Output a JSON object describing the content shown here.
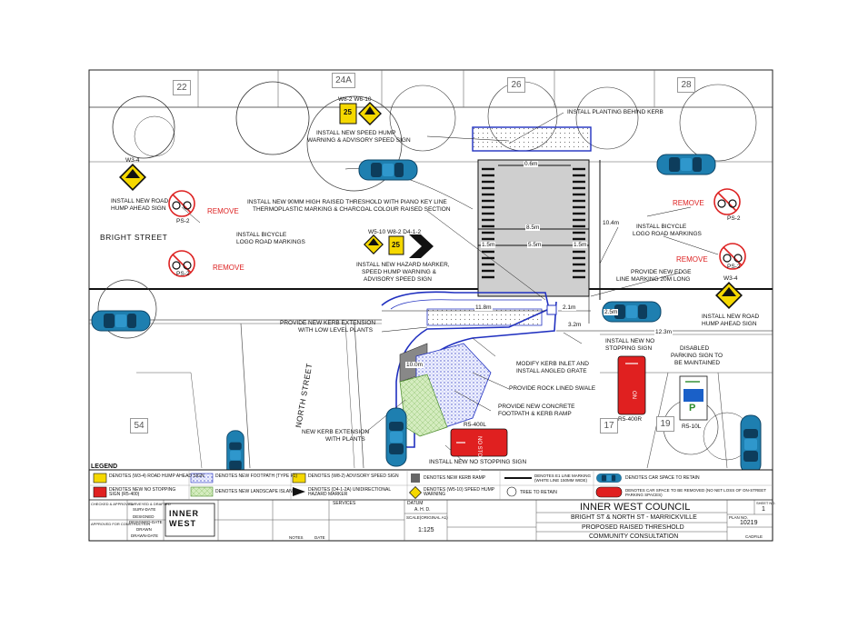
{
  "lots": [
    "22",
    "24A",
    "26",
    "28",
    "54",
    "17",
    "19"
  ],
  "streets": {
    "bright": "BRIGHT  STREET",
    "north": "NORTH  STREET"
  },
  "sign_codes": {
    "w82_w610": "W8-2  W6-10",
    "w510_w82_d412": "W5-10  W8-2  D4-1-2",
    "w34_left": "W3-4",
    "w34_right": "W3-4",
    "ps2_a": "PS-2",
    "ps2_b": "PS-2",
    "ps2_c": "PS-2",
    "ps2_d": "PS-2",
    "r5400l": "R5-400L",
    "r5400r": "R5-400R",
    "r510l": "R5-10L",
    "advisory_speed": "25",
    "advisory_speed_2": "25",
    "no_stopping_sign": "NO STOPPING",
    "sign_on": "ON",
    "sign_p": "P"
  },
  "remove_labels": [
    "REMOVE",
    "REMOVE",
    "REMOVE",
    "REMOVE"
  ],
  "annotations": {
    "planting": "INSTALL PLANTING BEHIND KERB",
    "speed_hump_top_1": "INSTALL NEW SPEED HUMP",
    "speed_hump_top_2": "WARNING & ADVISORY SPEED SIGN",
    "road_hump_left_1": "INSTALL NEW ROAD",
    "road_hump_left_2": "HUMP AHEAD SIGN",
    "threshold_1": "INSTALL NEW 90mm HIGH RAISED THRESHOLD WITH PIANO KEY LINE",
    "threshold_2": "THERMOPLASTIC MARKING & CHARCOAL COLOUR RAISED SECTION",
    "bicycle_left_1": "INSTALL BICYCLE",
    "bicycle_left_2": "LOGO ROAD MARKINGS",
    "bicycle_right_1": "INSTALL BICYCLE",
    "bicycle_right_2": "LOGO ROAD MARKINGS",
    "hazard_1": "INSTALL NEW HAZARD MARKER,",
    "hazard_2": "SPEED HUMP WARNING &",
    "hazard_3": "ADVISORY SPEED SIGN",
    "edge_line_1": "PROVIDE NEW EDGE",
    "edge_line_2": "LINE MARKING 20M LONG",
    "road_hump_right_1": "INSTALL NEW ROAD",
    "road_hump_right_2": "HUMP AHEAD SIGN",
    "kerb_ext_1": "PROVIDE NEW KERB EXTENSION",
    "kerb_ext_2": "WITH LOW LEVEL PLANTS",
    "no_stop_1": "INSTALL NEW NO",
    "no_stop_2": "STOPPING SIGN",
    "disabled_1": "DISABLED",
    "disabled_2": "PARKING SIGN TO",
    "disabled_3": "BE MAINTAINED",
    "kerb_inlet_1": "MODIFY KERB INLET AND",
    "kerb_inlet_2": "INSTALL ANGLED GRATE",
    "swale": "PROVIDE ROCK LINED SWALE",
    "footpath_1": "PROVIDE NEW CONCRETE",
    "footpath_2": "FOOTPATH & KERB RAMP",
    "kerb_plants_1": "NEW KERB EXTENSION",
    "kerb_plants_2": "WITH PLANTS",
    "no_stop_bottom": "INSTALL NEW NO STOPPING SIGN"
  },
  "dimensions": {
    "d06": "0.6m",
    "d85": "8.5m",
    "d104": "10.4m",
    "d15a": "1.5m",
    "d55": "5.5m",
    "d15b": "1.5m",
    "d118": "11.8m",
    "d21": "2.1m",
    "d25": "2.5m",
    "d32": "3.2m",
    "d123": "12.3m",
    "d100": "10.0m"
  },
  "legend": {
    "title": "LEGEND",
    "items": [
      "DENOTES (W3-4) ROAD HUMP AHEAD SIGN",
      "DENOTES NEW FOOTPATH (TYPE F1)",
      "DENOTES (W8-2) ADVISORY SPEED SIGN",
      "DENOTES NEW KERB RAMP",
      "DENOTES E1 LINE MARKING (WHITE LINE 150mm WIDE)",
      "DENOTES CAR SPACE TO RETAIN",
      "DENOTES NEW NO STOPPING SIGN (R5-400)",
      "DENOTES NEW LANDSCAPE ISLAND",
      "DENOTES (D4-1-2A) UNIDIRECTIONAL HAZARD MARKER",
      "DENOTES (W5-10) SPEED HUMP WARNING",
      "TREE TO RETAIN",
      "DENOTES CAR SPACE TO BE REMOVED (NO NET LOSS OF ON-STREET PARKING SPACES)"
    ]
  },
  "title_block": {
    "council": "INNER WEST COUNCIL",
    "location": "BRIGHT ST & NORTH ST - MARRICKVILLE",
    "drawing_title": "PROPOSED RAISED THRESHOLD",
    "stage": "COMMUNITY CONSULTATION",
    "plan_no_label": "PLAN NO.",
    "plan_no": "10219",
    "scale_label": "SCALE(ORIGINAL A1)",
    "scale": "1:125",
    "datum_label": "DATUM",
    "datum": "A. H. D.",
    "services_label": "SERVICES",
    "sheet_label": "SHEET NO.",
    "sheet": "1",
    "logo": "INNER WEST",
    "checked": "CHECKED & APPROVED",
    "surveyed": "SURVEYED & DRAFTED",
    "surv_date": "SURV-DATE",
    "designed": "DESIGNED",
    "designed_date": "DESIGNED-DATE",
    "drawn": "DRAWN",
    "drawn_date": "DRAWN-DATE",
    "approved": "APPROVED FOR CONSTRUCTION",
    "notes": "NOTES",
    "date": "DATE",
    "cad_file": "CADFILE"
  },
  "colors": {
    "car": "#1e7fb0",
    "warning": "#f5d800",
    "no_stop_red": "#e02020",
    "kerb_blue": "#2030c0",
    "landscape_green": "#c8e6b0",
    "raised_grey": "#cfcfcf"
  }
}
